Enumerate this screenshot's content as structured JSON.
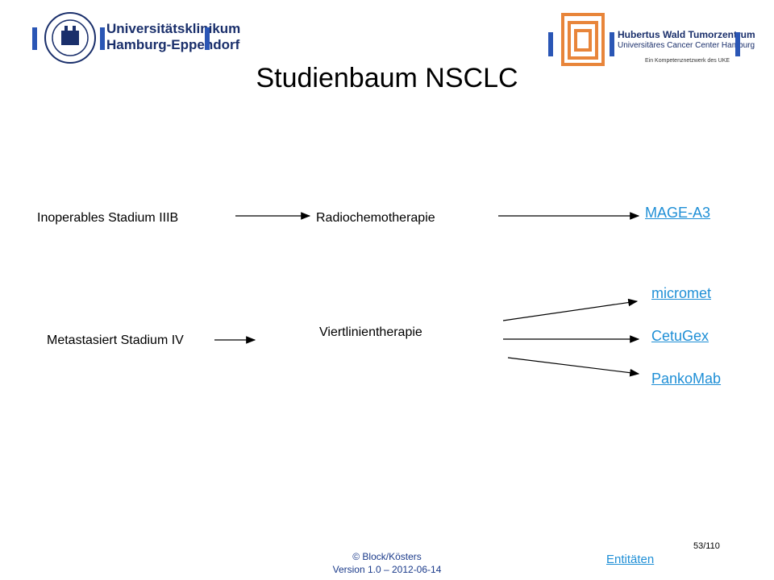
{
  "logos": {
    "uke": {
      "line1": "Universitätsklinikum",
      "line2": "Hamburg-Eppendorf"
    },
    "hwt": {
      "line1": "Hubertus Wald Tumorzentrum",
      "line2": "Universitäres Cancer Center Hamburg",
      "tagline": "Ein Kompetenznetzwerk des UKE"
    }
  },
  "title": "Studienbaum NSCLC",
  "nodes": {
    "stadium_iiib": "Inoperables Stadium IIIB",
    "radiochemo": "Radiochemotherapie",
    "stadium_iv": "Metastasiert Stadium IV",
    "viertlinien": "Viertlinientherapie"
  },
  "studies": {
    "mage_a3": "MAGE-A3",
    "micromet": "micromet",
    "cetugex": "CetuGex",
    "pankomab": "PankoMab"
  },
  "footer": {
    "copyright": "© Block/Kösters",
    "version": "Version 1.0 – 2012-06-14",
    "page": "53/110",
    "entitaeten": "Entitäten"
  },
  "colors": {
    "link": "#1f8fd6",
    "logo_blue": "#1a2f6b",
    "hwt_orange": "#e8853a"
  }
}
